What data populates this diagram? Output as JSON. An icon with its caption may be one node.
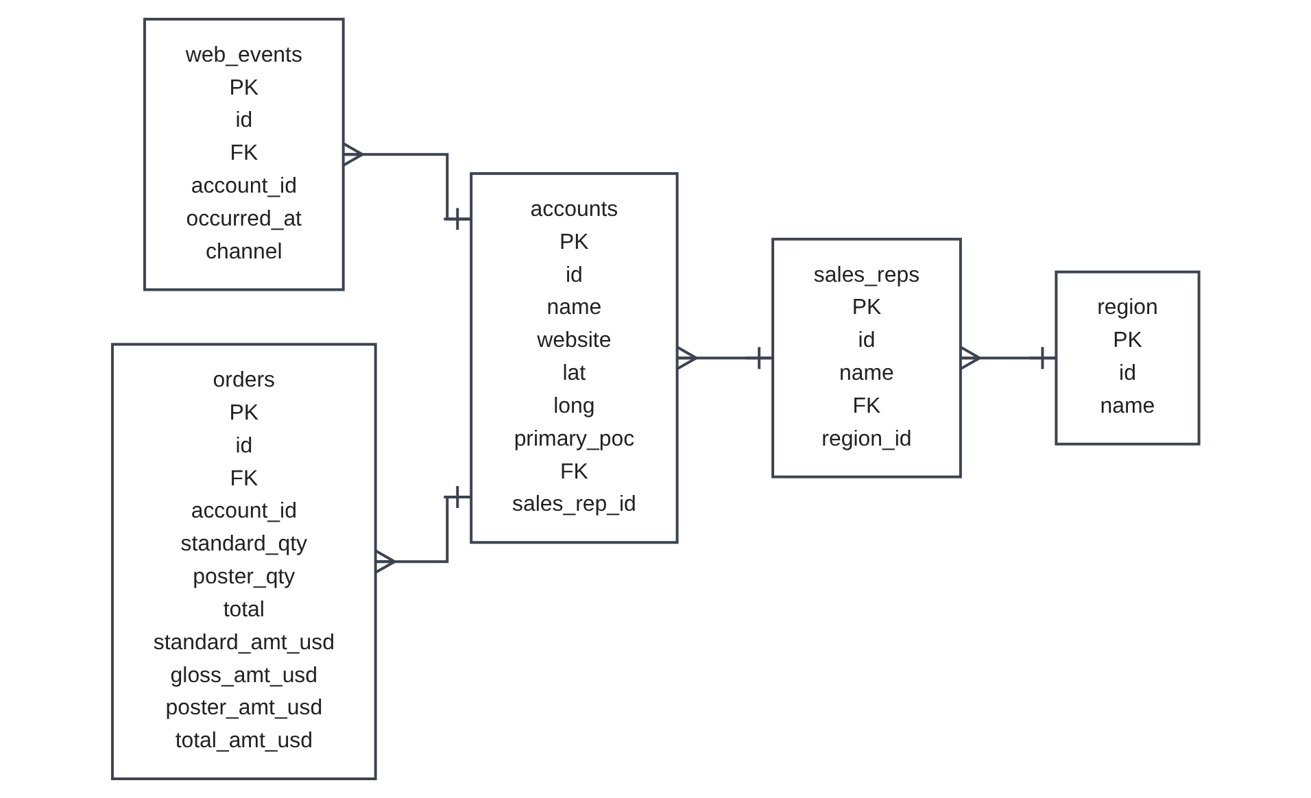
{
  "diagram": {
    "nodes": [
      {
        "text": [
          "web_events",
          "PK",
          "id",
          "FK",
          "account_id",
          "occurred_at",
          "channel"
        ]
      },
      {
        "text": [
          "accounts",
          "PK",
          "id",
          "name",
          "website",
          "lat",
          "long",
          "primary_poc",
          "FK",
          "sales_rep_id"
        ]
      },
      {
        "text": [
          "orders",
          "PK",
          "id",
          "FK",
          "account_id",
          "standard_qty",
          "poster_qty",
          "total",
          "standard_amt_usd",
          "gloss_amt_usd",
          "poster_amt_usd",
          "total_amt_usd"
        ]
      },
      {
        "text": [
          "sales_reps",
          "PK",
          "id",
          "name",
          "FK",
          "region_id"
        ]
      },
      {
        "text": [
          "region",
          "PK",
          "id",
          "name"
        ]
      }
    ],
    "edges": [
      {
        "from": 0,
        "to": 1,
        "arrow": "other"
      },
      {
        "from": 2,
        "to": 1,
        "arrow": "other"
      },
      {
        "from": 1,
        "to": 3,
        "arrow": "other"
      },
      {
        "from": 3,
        "to": 4,
        "arrow": "other"
      }
    ]
  }
}
